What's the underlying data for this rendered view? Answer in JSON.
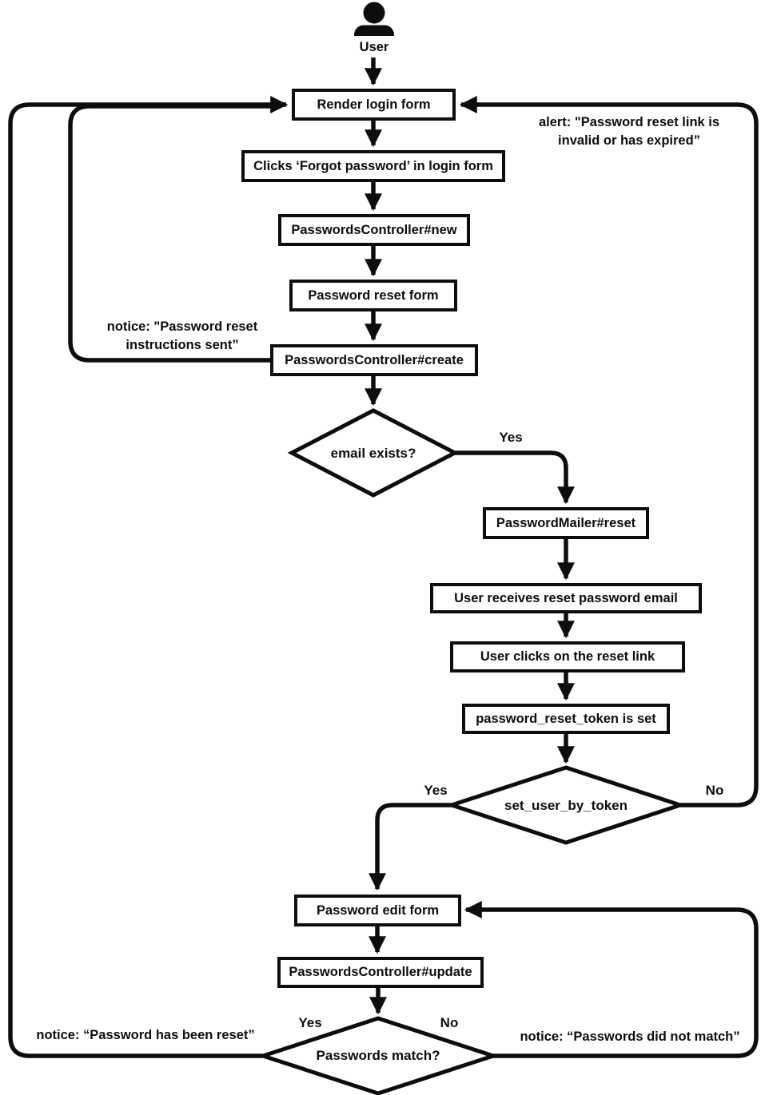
{
  "actor": {
    "label": "User"
  },
  "nodes": {
    "render_login_form": "Render login form",
    "clicks_forgot_password": "Clicks ‘Forgot password’ in login form",
    "passwords_controller_new": "PasswordsController#new",
    "password_reset_form": "Password reset form",
    "passwords_controller_create": "PasswordsController#create",
    "password_mailer_reset": "PasswordMailer#reset",
    "user_receives_email": "User receives reset password email",
    "user_clicks_reset_link": "User clicks on the reset link",
    "password_reset_token_set": "password_reset_token is set",
    "password_edit_form": "Password edit form",
    "passwords_controller_update": "PasswordsController#update"
  },
  "decisions": {
    "email_exists": "email exists?",
    "set_user_by_token": "set_user_by_token",
    "passwords_match": "Passwords match?"
  },
  "edge_labels": {
    "email_exists_yes": "Yes",
    "set_user_by_token_yes": "Yes",
    "set_user_by_token_no": "No",
    "passwords_match_yes": "Yes",
    "passwords_match_no": "No"
  },
  "annotations": {
    "notice_instructions_sent": "notice: \"Password reset instructions sent”",
    "alert_link_invalid": "alert: \"Password reset link is invalid or has expired”",
    "notice_password_reset": "notice: “Password has been reset”",
    "notice_passwords_no_match": "notice: “Passwords did not match”"
  },
  "colors": {
    "line": "#0d0d0d",
    "background": "#ffffff"
  }
}
